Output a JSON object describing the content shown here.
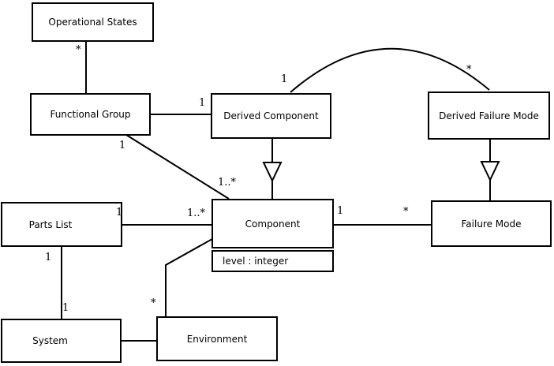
{
  "diagram": {
    "type": "uml-class-diagram",
    "colors": {
      "background": "#ffffff",
      "box_fill": "#ffffff",
      "box_border": "#000000",
      "line": "#000000",
      "text": "#000000"
    },
    "boxes": {
      "operational_states": {
        "label": "Operational States"
      },
      "functional_group": {
        "label": "Functional Group"
      },
      "derived_component": {
        "label": "Derived Component"
      },
      "derived_failure_mode": {
        "label": "Derived Failure Mode"
      },
      "parts_list": {
        "label": "Parts List"
      },
      "component": {
        "label": "Component",
        "attribute": "level : integer"
      },
      "failure_mode": {
        "label": "Failure Mode"
      },
      "system": {
        "label": "System"
      },
      "environment": {
        "label": "Environment"
      }
    },
    "multiplicities": {
      "opstates_fg": "*",
      "fg_dc": "1",
      "fg_comp_near_fg": "1",
      "fg_comp_near_comp": "1..*",
      "pl_comp_near_pl": "1",
      "pl_comp_near_comp": "1..*",
      "comp_fm_near_comp": "1",
      "comp_fm_near_fm": "*",
      "arc_near_dc": "1",
      "arc_near_dfm": "*",
      "pl_sys_near_pl": "1",
      "pl_sys_near_sys": "1",
      "env_comp_near_env": "*"
    },
    "relations": [
      {
        "a": "Operational States",
        "b": "Functional Group",
        "style": "association",
        "labels": [
          "*"
        ]
      },
      {
        "a": "Functional Group",
        "b": "Derived Component",
        "style": "association",
        "labels": [
          "1"
        ]
      },
      {
        "a": "Functional Group",
        "b": "Component",
        "style": "association",
        "labels": [
          "1",
          "1..*"
        ]
      },
      {
        "a": "Parts List",
        "b": "Component",
        "style": "association",
        "labels": [
          "1",
          "1..*"
        ]
      },
      {
        "a": "Component",
        "b": "Failure Mode",
        "style": "association",
        "labels": [
          "1",
          "*"
        ]
      },
      {
        "a": "Derived Component",
        "b": "Derived Failure Mode",
        "style": "arc-association",
        "labels": [
          "1",
          "*"
        ]
      },
      {
        "a": "Derived Component",
        "b": "Component",
        "style": "generalization",
        "labels": []
      },
      {
        "a": "Derived Failure Mode",
        "b": "Failure Mode",
        "style": "generalization",
        "labels": []
      },
      {
        "a": "Parts List",
        "b": "System",
        "style": "association",
        "labels": [
          "1",
          "1"
        ]
      },
      {
        "a": "System",
        "b": "Environment",
        "style": "association",
        "labels": []
      },
      {
        "a": "Environment",
        "b": "Component",
        "style": "association",
        "labels": [
          "*"
        ]
      }
    ]
  }
}
